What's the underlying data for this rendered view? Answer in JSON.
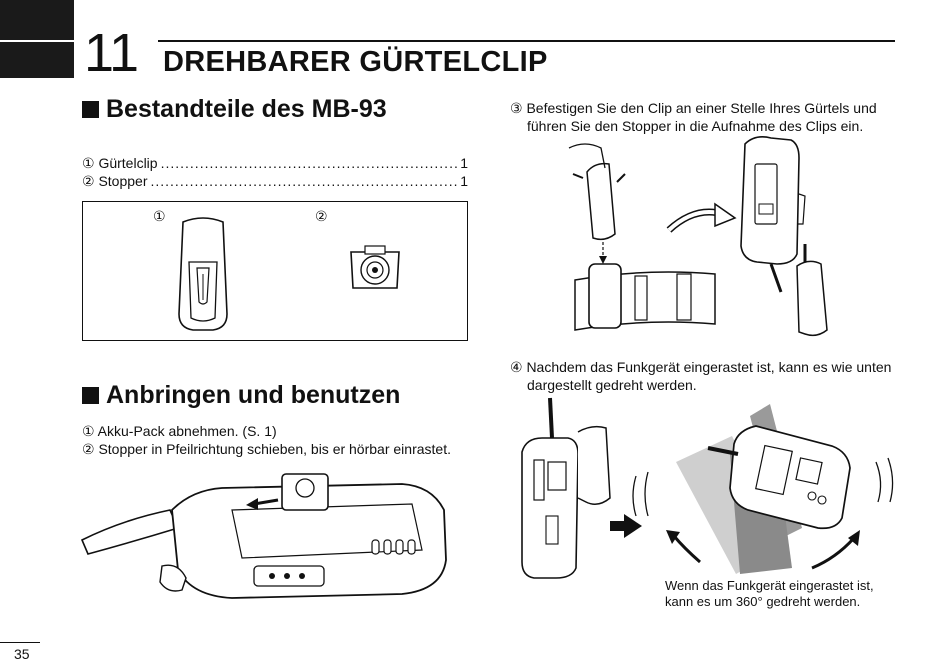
{
  "chapter": {
    "number": "11",
    "title": "DREHBARER GÜRTELCLIP"
  },
  "sections": {
    "parts": {
      "title": "Bestandteile des MB-93",
      "items": [
        {
          "label": "① Gürtelclip",
          "qty": "1"
        },
        {
          "label": "② Stopper",
          "qty": "1"
        }
      ],
      "markers": [
        "①",
        "②"
      ]
    },
    "usage": {
      "title": "Anbringen und benutzen",
      "steps": [
        "① Akku-Pack abnehmen. (S. 1)",
        "② Stopper in Pfeilrichtung schieben, bis er hörbar einrastet."
      ]
    },
    "step3": {
      "line1": "③ Befestigen Sie den Clip an einer Stelle Ihres Gürtels und",
      "line2": "führen Sie den Stopper in die Aufnahme des Clips ein."
    },
    "step4": {
      "line1": "④ Nachdem das Funkgerät eingerastet ist, kann es wie unten",
      "line2": "dargestellt gedreht werden."
    },
    "caption": {
      "line1": "Wenn das Funkgerät eingerastet ist,",
      "line2": "kann es um 360° gedreht werden."
    }
  },
  "page_number": "35"
}
